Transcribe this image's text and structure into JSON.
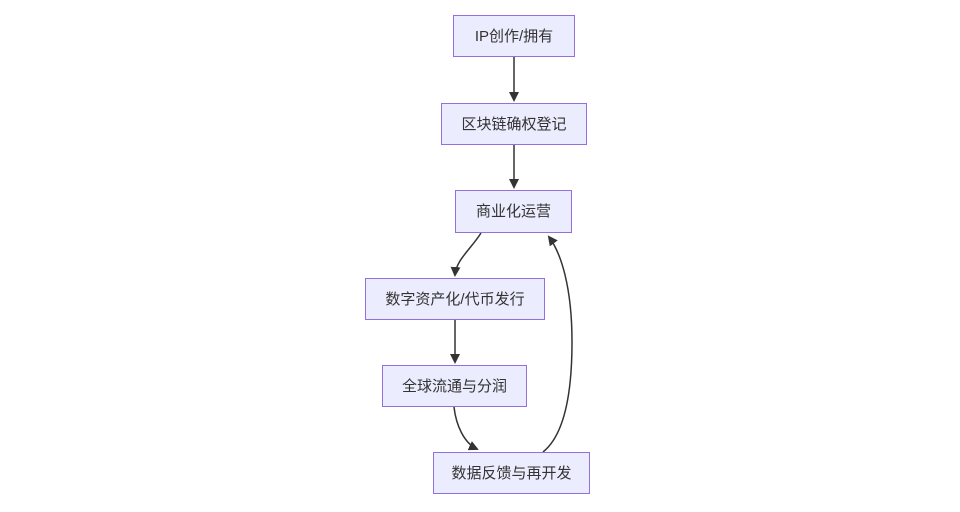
{
  "diagram": {
    "type": "flowchart",
    "direction": "top-down",
    "colors": {
      "node_fill": "#ECECFF",
      "node_border": "#9370DB",
      "edge_color": "#333333",
      "text_color": "#333333",
      "background": "#ffffff"
    },
    "nodes": [
      {
        "id": "ip-creation",
        "label": "IP创作/拥有"
      },
      {
        "id": "registration",
        "label": "区块链确权登记"
      },
      {
        "id": "commercial",
        "label": "商业化运营"
      },
      {
        "id": "tokenization",
        "label": "数字资产化/代币发行"
      },
      {
        "id": "distribution",
        "label": "全球流通与分润"
      },
      {
        "id": "feedback",
        "label": "数据反馈与再开发"
      }
    ],
    "edges": [
      {
        "from": "IP创作/拥有",
        "to": "区块链确权登记"
      },
      {
        "from": "区块链确权登记",
        "to": "商业化运营"
      },
      {
        "from": "商业化运营",
        "to": "数字资产化/代币发行"
      },
      {
        "from": "数字资产化/代币发行",
        "to": "全球流通与分润"
      },
      {
        "from": "全球流通与分润",
        "to": "数据反馈与再开发"
      },
      {
        "from": "数据反馈与再开发",
        "to": "商业化运营"
      }
    ]
  }
}
